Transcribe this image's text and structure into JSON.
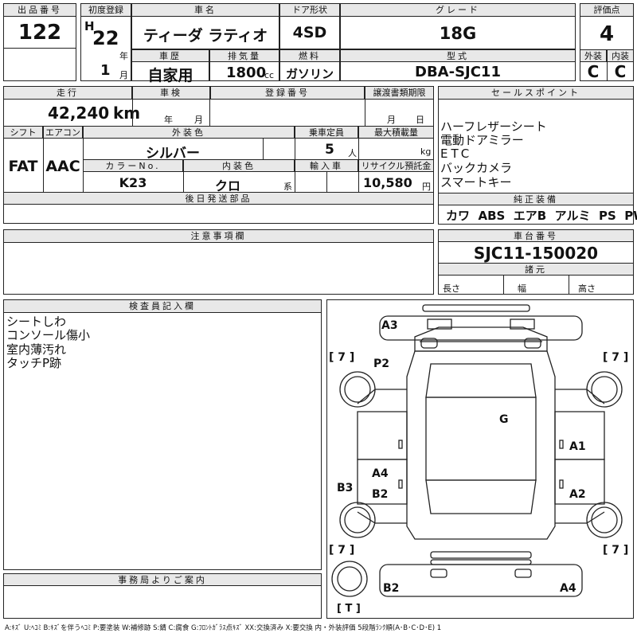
{
  "header": {
    "lot_label": "出品番号",
    "lot_value": "122",
    "first_reg_label": "初度登録",
    "era": "H",
    "year_value": "22",
    "year_unit": "年",
    "month_value": "1",
    "month_unit": "月",
    "car_name_label": "車名",
    "car_name_value": "ティーダ ラティオ",
    "history_label": "車歴",
    "history_value": "自家用",
    "displacement_label": "排気量",
    "displacement_value": "1800",
    "displacement_unit": "cc",
    "door_label": "ドア形状",
    "door_value": "4SD",
    "fuel_label": "燃料",
    "fuel_value": "ガソリン",
    "grade_label": "グレード",
    "grade_value": "18G",
    "model_label": "型式",
    "model_value": "DBA-SJC11",
    "score_label": "評価点",
    "score_value": "4",
    "exterior_label": "外装",
    "exterior_value": "C",
    "interior_label": "内装",
    "interior_value": "C"
  },
  "middle": {
    "mileage_label": "走行",
    "mileage_value": "42,240",
    "mileage_unit": "km",
    "inspection_label": "車検",
    "inspection_year_unit": "年",
    "inspection_month_unit": "月",
    "registration_label": "登録番号",
    "transfer_label": "譲渡書類期限",
    "transfer_month_unit": "月",
    "transfer_day_unit": "日",
    "shift_label": "シフト",
    "shift_value": "FAT",
    "ac_label": "エアコン",
    "ac_value": "AAC",
    "ext_color_label": "外装色",
    "ext_color_value": "シルバー",
    "capacity_label": "乗車定員",
    "capacity_value": "5",
    "capacity_unit": "人",
    "load_label": "最大積載量",
    "load_unit": "kg",
    "color_no_label": "カラーNo.",
    "color_no_value": "K23",
    "int_color_label": "内装色",
    "int_color_value": "クロ",
    "int_color_unit": "系",
    "import_label": "輸入車",
    "recycle_label": "リサイクル預託金",
    "recycle_value": "10,580",
    "recycle_unit": "円",
    "later_parts_label": "後日発送部品"
  },
  "sales_points": {
    "label": "セールスポイント",
    "items": [
      "ハーフレザーシート",
      "電動ドアミラー",
      "ETC",
      "バックカメラ",
      "スマートキー"
    ]
  },
  "genuine_equipment": {
    "label": "純正装備",
    "items": [
      "カワ",
      "ABS",
      "エアB",
      "アルミ",
      "PS",
      "PW"
    ]
  },
  "notes": {
    "label": "注意事項欄"
  },
  "chassis": {
    "label": "車台番号",
    "value": "SJC11-150020",
    "dims_label": "諸元",
    "length_label": "長さ",
    "width_label": "幅",
    "height_label": "高さ"
  },
  "inspector": {
    "label": "検査員記入欄",
    "items": [
      "シートしわ",
      "コンソール傷小",
      "室内薄汚れ",
      "タッチP跡"
    ]
  },
  "office": {
    "label": "事務局よりご案内"
  },
  "diagram": {
    "marks": {
      "a3_top": "A3",
      "p2": "P2",
      "g": "G",
      "a1": "A1",
      "a4_mid": "A4",
      "b3": "B3",
      "b2_mid": "B2",
      "a2": "A2",
      "b2_bottom": "B2",
      "a4_bottom": "A4"
    },
    "tire_tl": "[ 7 ]",
    "tire_tr": "[ 7 ]",
    "tire_bl": "[ 7 ]",
    "tire_br": "[ 7 ]",
    "spare": "[ T ]"
  },
  "legend": "A:ｷｽﾞ U:ﾍｺﾐ B:ｷｽﾞを伴うﾍｺﾐ P:要塗装 W:補修跡 S:錆 C:腐食 G:ﾌﾛﾝﾄｶﾞﾗｽ点ｷｽﾞ XX:交換済み X:要交換 内・外装評価 5段階ﾗﾝｸ順(A･B･C･D･E) 1"
}
